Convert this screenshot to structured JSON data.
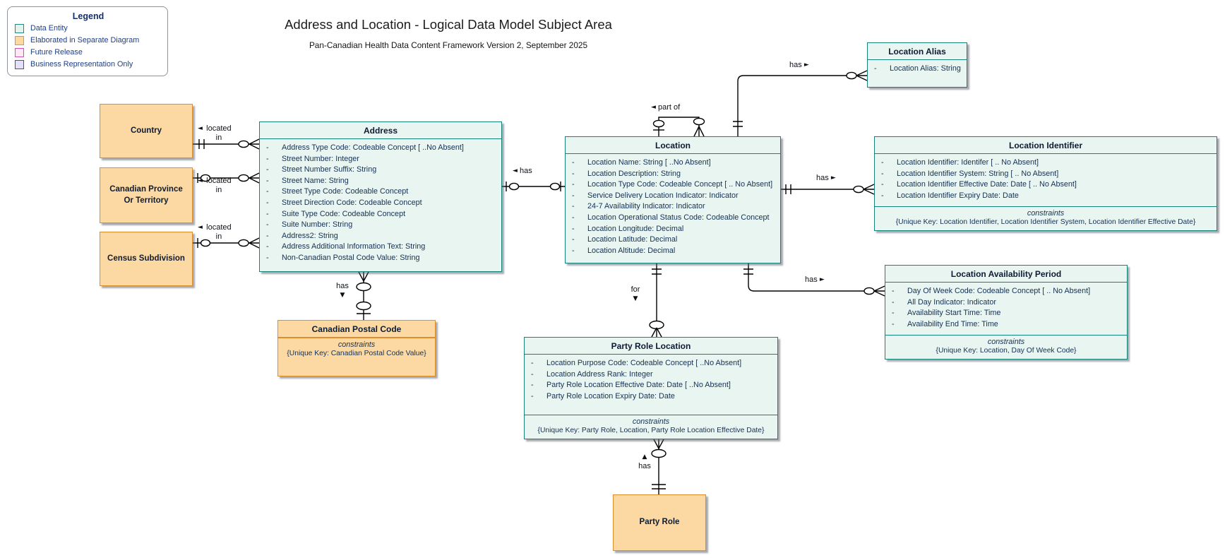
{
  "diagram": {
    "title": "Address and Location - Logical Data Model Subject Area",
    "subtitle": "Pan-Canadian Health Data Content Framework Version 2, September 2025"
  },
  "legend": {
    "title": "Legend",
    "items": [
      {
        "label": "Data Entity",
        "fill": "#e3f2ed",
        "border": "#1b8f82"
      },
      {
        "label": "Elaborated in Separate Diagram",
        "fill": "#fcd9a2",
        "border": "#e09337"
      },
      {
        "label": "Future Release",
        "fill": "#fce7f5",
        "border": "#d44fb6"
      },
      {
        "label": "Business Representation Only",
        "fill": "#e4e0f9",
        "border": "#4a4ab8"
      }
    ]
  },
  "entities": {
    "country": {
      "title": "Country"
    },
    "province": {
      "title": "Canadian Province Or Territory"
    },
    "census": {
      "title": "Census Subdivision"
    },
    "party_role": {
      "title": "Party Role"
    },
    "address": {
      "title": "Address",
      "attributes": [
        "Address Type Code: Codeable Concept [ ..No Absent]",
        "Street Number: Integer",
        "Street Number Suffix: String",
        "Street Name: String",
        "Street Type Code: Codeable Concept",
        "Street Direction Code: Codeable Concept",
        "Suite Type Code: Codeable Concept",
        "Suite Number: String",
        "Address2: String",
        "Address Additional Information Text: String",
        "Non-Canadian Postal Code Value: String"
      ]
    },
    "canadian_postal_code": {
      "title": "Canadian Postal Code",
      "constraints_label": "constraints",
      "unique_key": "{Unique Key: Canadian Postal Code Value}"
    },
    "location": {
      "title": "Location",
      "attributes": [
        "Location Name: String [ ..No Absent]",
        "Location Description: String",
        "Location Type Code: Codeable Concept [ .. No Absent]",
        "Service Delivery Location Indicator: Indicator",
        "24-7 Availability Indicator: Indicator",
        "Location Operational Status Code: Codeable Concept",
        "Location Longitude: Decimal",
        "Location Latitude: Decimal",
        "Location Altitude: Decimal"
      ]
    },
    "location_alias": {
      "title": "Location Alias",
      "attributes": [
        "Location Alias: String"
      ]
    },
    "location_identifier": {
      "title": "Location Identifier",
      "attributes": [
        "Location Identifier: Identifer [ .. No Absent]",
        "Location Identifier System: String [ .. No Absent]",
        "Location Identifier Effective Date: Date [ .. No Absent]",
        "Location Identifier Expiry Date: Date"
      ],
      "constraints_label": "constraints",
      "unique_key": "{Unique Key: Location Identifier, Location Identifier System, Location Identifier Effective Date}"
    },
    "location_availability_period": {
      "title": "Location Availability Period",
      "attributes": [
        "Day Of Week Code: Codeable Concept [ .. No Absent]",
        "All Day Indicator: Indicator",
        "Availability Start Time: Time",
        "Availability End Time: Time"
      ],
      "constraints_label": "constraints",
      "unique_key": "{Unique Key: Location, Day Of Week Code}"
    },
    "party_role_location": {
      "title": "Party Role Location",
      "attributes": [
        "Location Purpose Code: Codeable Concept [ ..No Absent]",
        "Location Address Rank: Integer",
        "Party Role Location Effective Date: Date [ ..No Absent]",
        "Party Role Location Expiry Date: Date"
      ],
      "constraints_label": "constraints",
      "unique_key": "{Unique Key: Party Role, Location, Party Role Location Effective Date}"
    }
  },
  "relationships": {
    "country_address": {
      "label": "located in",
      "arrow": "◄"
    },
    "province_address": {
      "label": "located in",
      "arrow": "◄"
    },
    "census_address": {
      "label": "located in",
      "arrow": "◄"
    },
    "address_postal": {
      "label": "has",
      "arrow": "▼"
    },
    "address_location": {
      "label": "has",
      "arrow": "◄"
    },
    "location_part_of": {
      "label": "part of",
      "arrow": "◄"
    },
    "location_alias": {
      "label": "has",
      "arrow": "►"
    },
    "location_identifier": {
      "label": "has",
      "arrow": "►"
    },
    "location_availability": {
      "label": "has",
      "arrow": "►"
    },
    "location_party_role_location": {
      "label": "for",
      "arrow": "▼"
    },
    "party_role_location_party_role": {
      "label": "has",
      "arrow": "▲"
    }
  }
}
